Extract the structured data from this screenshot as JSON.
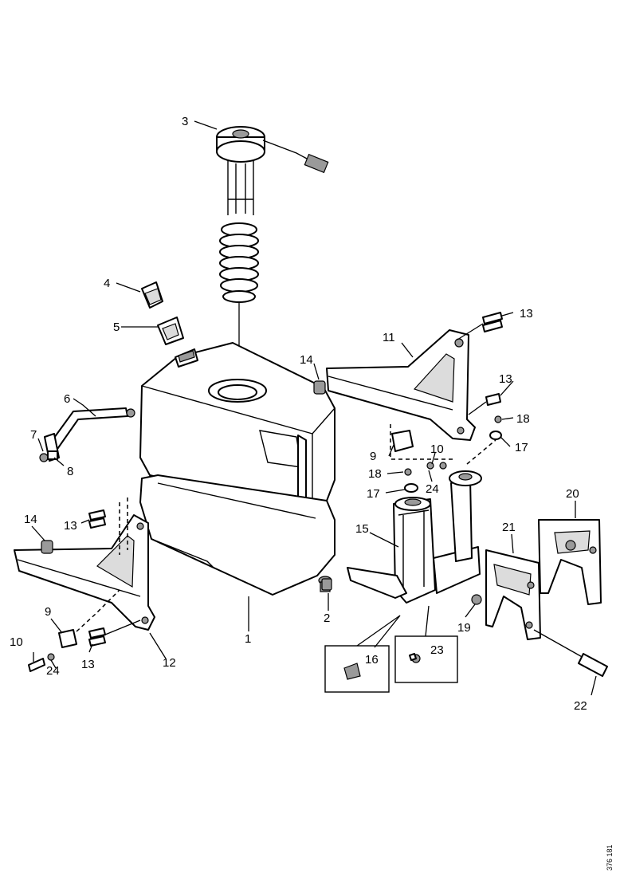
{
  "callouts": {
    "c1": "1",
    "c2": "2",
    "c3": "3",
    "c4": "4",
    "c5": "5",
    "c6": "6",
    "c7": "7",
    "c8": "8",
    "c9a": "9",
    "c9b": "9",
    "c10a": "10",
    "c10b": "10",
    "c11": "11",
    "c12": "12",
    "c13a": "13",
    "c13b": "13",
    "c13c": "13",
    "c13d": "13",
    "c14a": "14",
    "c14b": "14",
    "c15": "15",
    "c16": "16",
    "c17a": "17",
    "c17b": "17",
    "c18a": "18",
    "c18b": "18",
    "c19": "19",
    "c20": "20",
    "c21": "21",
    "c22": "22",
    "c23": "23",
    "c24a": "24",
    "c24b": "24"
  },
  "document_number": "376 181"
}
